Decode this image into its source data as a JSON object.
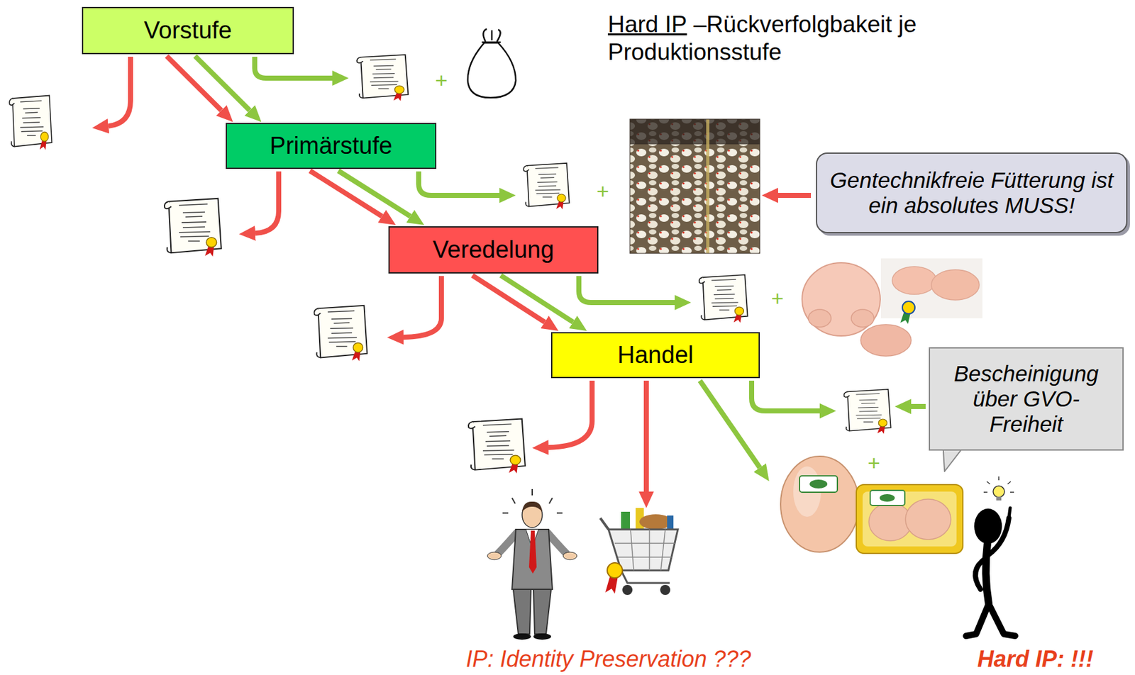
{
  "diagram": {
    "nodes": [
      {
        "text": [
          "Vorstufe"
        ]
      },
      {
        "text": [
          "Primärstufe"
        ]
      },
      {
        "text": [
          "Veredelung"
        ]
      },
      {
        "text": [
          "Handel"
        ]
      },
      {
        "text": [
          "Gentechnikfreie Fütterung ist ein absolutes MUSS!"
        ]
      },
      {
        "text": [
          "Bescheinigung über GVO-Freiheit"
        ]
      }
    ],
    "edges": [
      {
        "from": 0,
        "to": 1,
        "arrow": "to"
      },
      {
        "from": 0,
        "to": 1,
        "arrow": "to"
      },
      {
        "from": 1,
        "to": 2,
        "arrow": "to"
      },
      {
        "from": 1,
        "to": 2,
        "arrow": "to"
      },
      {
        "from": 2,
        "to": 3,
        "arrow": "to"
      },
      {
        "from": 2,
        "to": 3,
        "arrow": "to"
      }
    ],
    "labels": [
      "Hard IP",
      "–Rückverfolgbakeit je Produktionsstufe",
      "+",
      "+",
      "+",
      "+",
      "IP: Identity Preservation ???",
      "Hard IP: !!!"
    ]
  }
}
